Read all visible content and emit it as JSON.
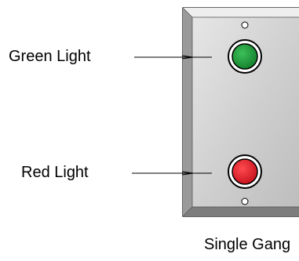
{
  "labels": {
    "green_light": "Green Light",
    "red_light": "Red Light",
    "caption": "Single Gang"
  },
  "colors": {
    "plate_face": "#d4d4d4",
    "plate_bevel_dark": "#777777",
    "plate_bevel_light": "#f2f2f2",
    "green_indicator": "#1e9b3a",
    "red_indicator": "#e3202a",
    "outline": "#000000"
  }
}
